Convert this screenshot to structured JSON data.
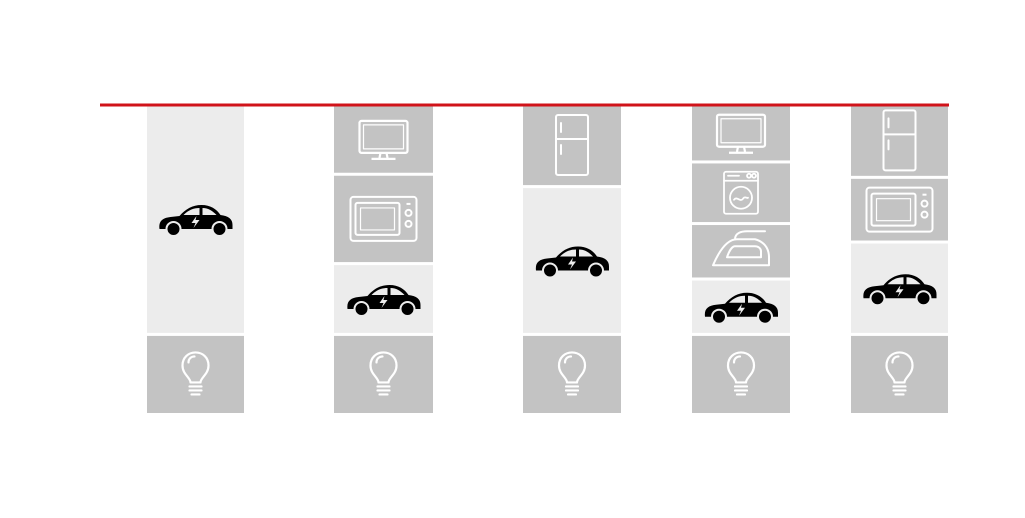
{
  "colors": {
    "limit_line": "#d0131a",
    "block_dark": "#c3c3c3",
    "block_light": "#ececec",
    "icon_white": "#ffffff",
    "icon_black": "#000000"
  },
  "chart_data": {
    "type": "stacked-pictogram-bar",
    "title": "",
    "xlabel": "",
    "ylabel": "",
    "limit_line": 1.0,
    "ylim": [
      0,
      1.0
    ],
    "grid": false,
    "legend": "none",
    "columns": [
      {
        "segments": [
          {
            "item": "light-bulb",
            "value": 0.26,
            "shade": "dark"
          },
          {
            "item": "electric-car",
            "value": 0.74,
            "shade": "light"
          }
        ]
      },
      {
        "segments": [
          {
            "item": "light-bulb",
            "value": 0.26,
            "shade": "dark"
          },
          {
            "item": "electric-car",
            "value": 0.23,
            "shade": "light"
          },
          {
            "item": "microwave",
            "value": 0.29,
            "shade": "dark"
          },
          {
            "item": "television",
            "value": 0.22,
            "shade": "dark"
          }
        ]
      },
      {
        "segments": [
          {
            "item": "light-bulb",
            "value": 0.26,
            "shade": "dark"
          },
          {
            "item": "electric-car",
            "value": 0.48,
            "shade": "light"
          },
          {
            "item": "refrigerator",
            "value": 0.26,
            "shade": "dark"
          }
        ]
      },
      {
        "segments": [
          {
            "item": "light-bulb",
            "value": 0.26,
            "shade": "dark"
          },
          {
            "item": "electric-car",
            "value": 0.18,
            "shade": "light"
          },
          {
            "item": "clothes-iron",
            "value": 0.18,
            "shade": "dark"
          },
          {
            "item": "washing-machine",
            "value": 0.2,
            "shade": "dark"
          },
          {
            "item": "television",
            "value": 0.18,
            "shade": "dark"
          }
        ]
      },
      {
        "segments": [
          {
            "item": "light-bulb",
            "value": 0.26,
            "shade": "dark"
          },
          {
            "item": "electric-car",
            "value": 0.3,
            "shade": "light"
          },
          {
            "item": "microwave",
            "value": 0.21,
            "shade": "dark"
          },
          {
            "item": "refrigerator",
            "value": 0.23,
            "shade": "dark"
          }
        ]
      }
    ]
  }
}
